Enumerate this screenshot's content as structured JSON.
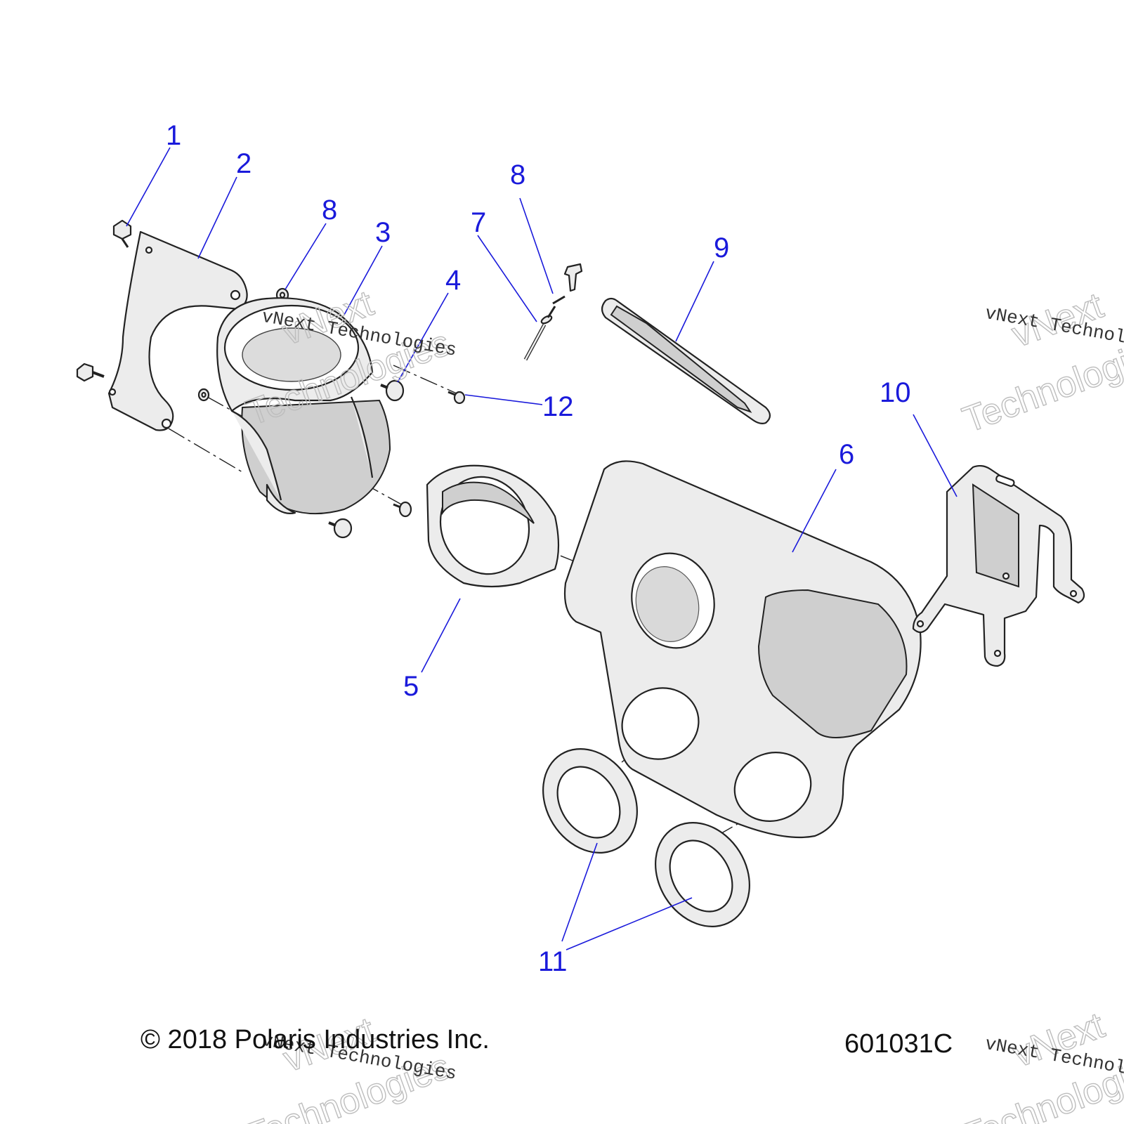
{
  "callouts": [
    "1",
    "2",
    "3",
    "4",
    "5",
    "6",
    "7",
    "8",
    "9",
    "10",
    "11",
    "12"
  ],
  "footer": {
    "copyright": "© 2018 Polaris Industries Inc.",
    "drawing_number": "601031C"
  },
  "watermark": {
    "line_serif": "vNext Technologies",
    "line_outline_a": "vNext",
    "line_outline_b": "Technologies"
  }
}
